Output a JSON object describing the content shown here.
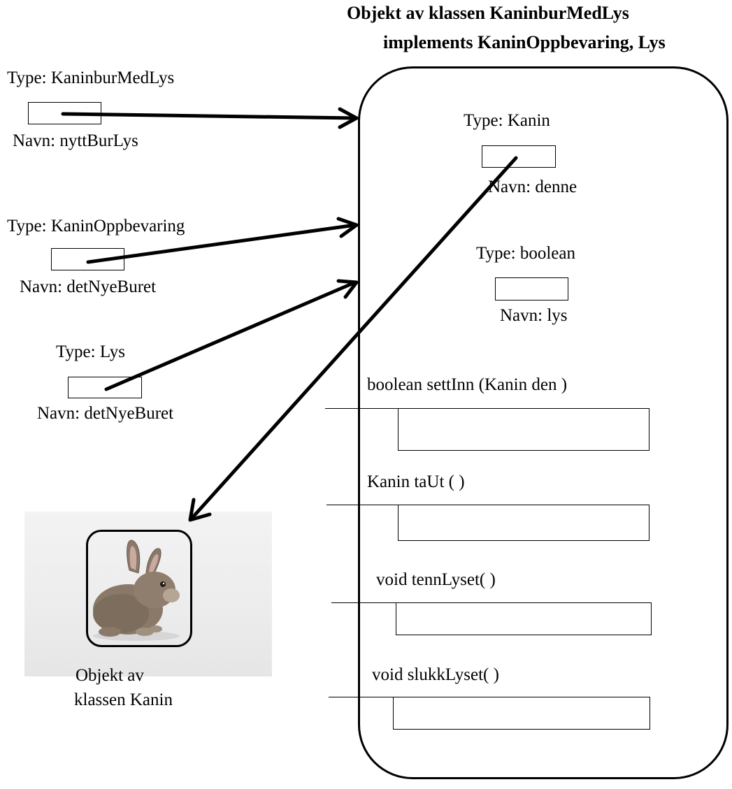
{
  "title": {
    "line1": "Objekt av klassen  KaninburMedLys",
    "line2": "implements KaninOppbevaring, Lys"
  },
  "references": [
    {
      "type_label": "Type: KaninburMedLys",
      "name_label": "Navn: nyttBurLys"
    },
    {
      "type_label": "Type: KaninOppbevaring",
      "name_label": "Navn: detNyeBuret"
    },
    {
      "type_label": "Type: Lys",
      "name_label": "Navn: detNyeBuret"
    }
  ],
  "object": {
    "fields": [
      {
        "type_label": "Type: Kanin",
        "name_label": "Navn: denne"
      },
      {
        "type_label": "Type: boolean",
        "name_label": "Navn: lys"
      }
    ],
    "methods": [
      {
        "signature": "boolean settInn (Kanin den )"
      },
      {
        "signature": "Kanin taUt ( )"
      },
      {
        "signature": "void tennLyset( )"
      },
      {
        "signature": "void slukkLyset( )"
      }
    ]
  },
  "rabbit": {
    "caption_line1": "Objekt av",
    "caption_line2": "klassen Kanin"
  },
  "colors": {
    "ink": "#000000",
    "rabbit_fur": "#8a7968",
    "ear_inner": "#c9a9a0"
  },
  "icons": {
    "rabbit_picture": "rabbit-photo"
  }
}
